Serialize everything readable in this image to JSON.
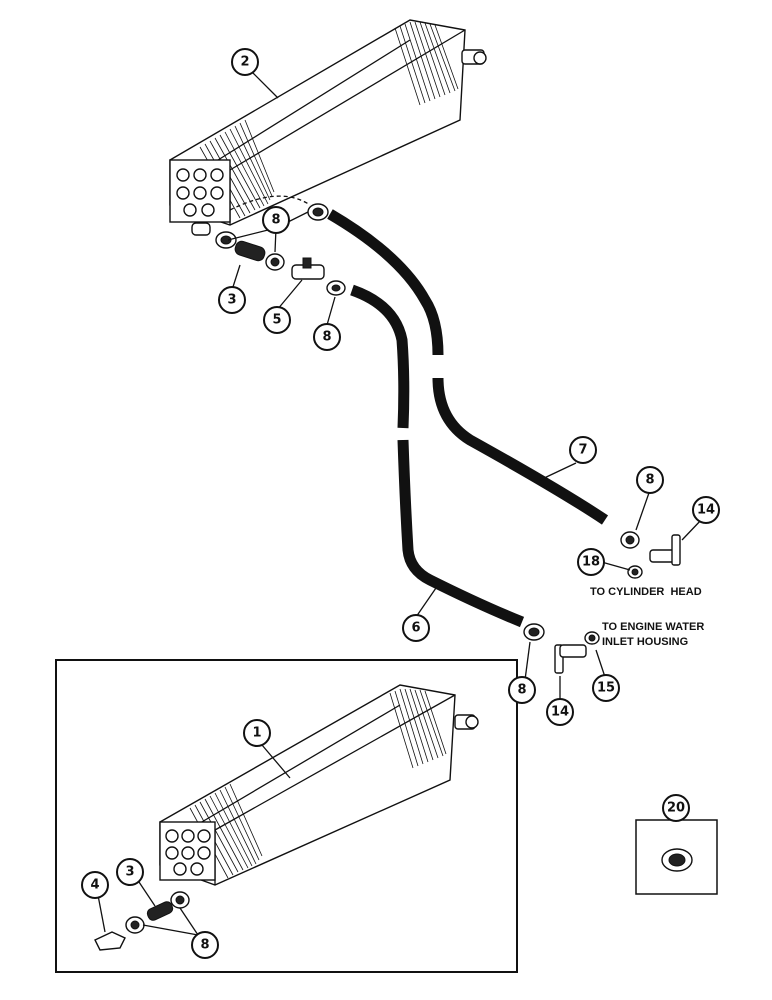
{
  "callouts": {
    "c1": "1",
    "c2": "2",
    "c3a": "3",
    "c3b": "3",
    "c4": "4",
    "c5": "5",
    "c6": "6",
    "c7": "7",
    "c8a": "8",
    "c8b": "8",
    "c8c": "8",
    "c8d": "8",
    "c8e": "8",
    "c14a": "14",
    "c14b": "14",
    "c15": "15",
    "c18": "18",
    "c20": "20"
  },
  "notes": {
    "cylinder_head": "TO CYLINDER  HEAD",
    "engine_water_1": "TO ENGINE WATER",
    "engine_water_2": "INLET HOUSING"
  }
}
